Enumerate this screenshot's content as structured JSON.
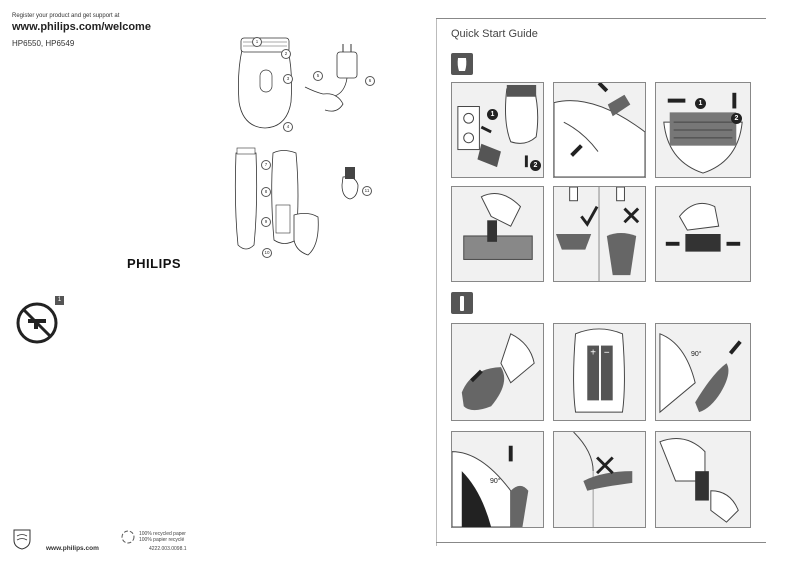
{
  "left_page": {
    "register_line": "Register your product and get support at",
    "url": "www.philips.com/welcome",
    "models": "HP6550, HP6549",
    "brand": "PHILIPS",
    "footer_url": "www.philips.com",
    "recycle_line1": "100% recycled paper",
    "recycle_line2": "100% papier recyclé",
    "doc_number": "4222.003.0098.1",
    "warning_badge": "1",
    "callouts": [
      "1",
      "2",
      "3",
      "4",
      "5",
      "6",
      "7",
      "8",
      "9",
      "10",
      "11"
    ]
  },
  "right_page": {
    "title": "Quick Start Guide",
    "steps": [
      "1",
      "2",
      "1",
      "2"
    ],
    "angle_labels": [
      "90°",
      "90°"
    ],
    "colors": {
      "panel_bg": "#f1f1f1",
      "device_gray": "#7a7a7a",
      "icon_box": "#555555"
    }
  }
}
